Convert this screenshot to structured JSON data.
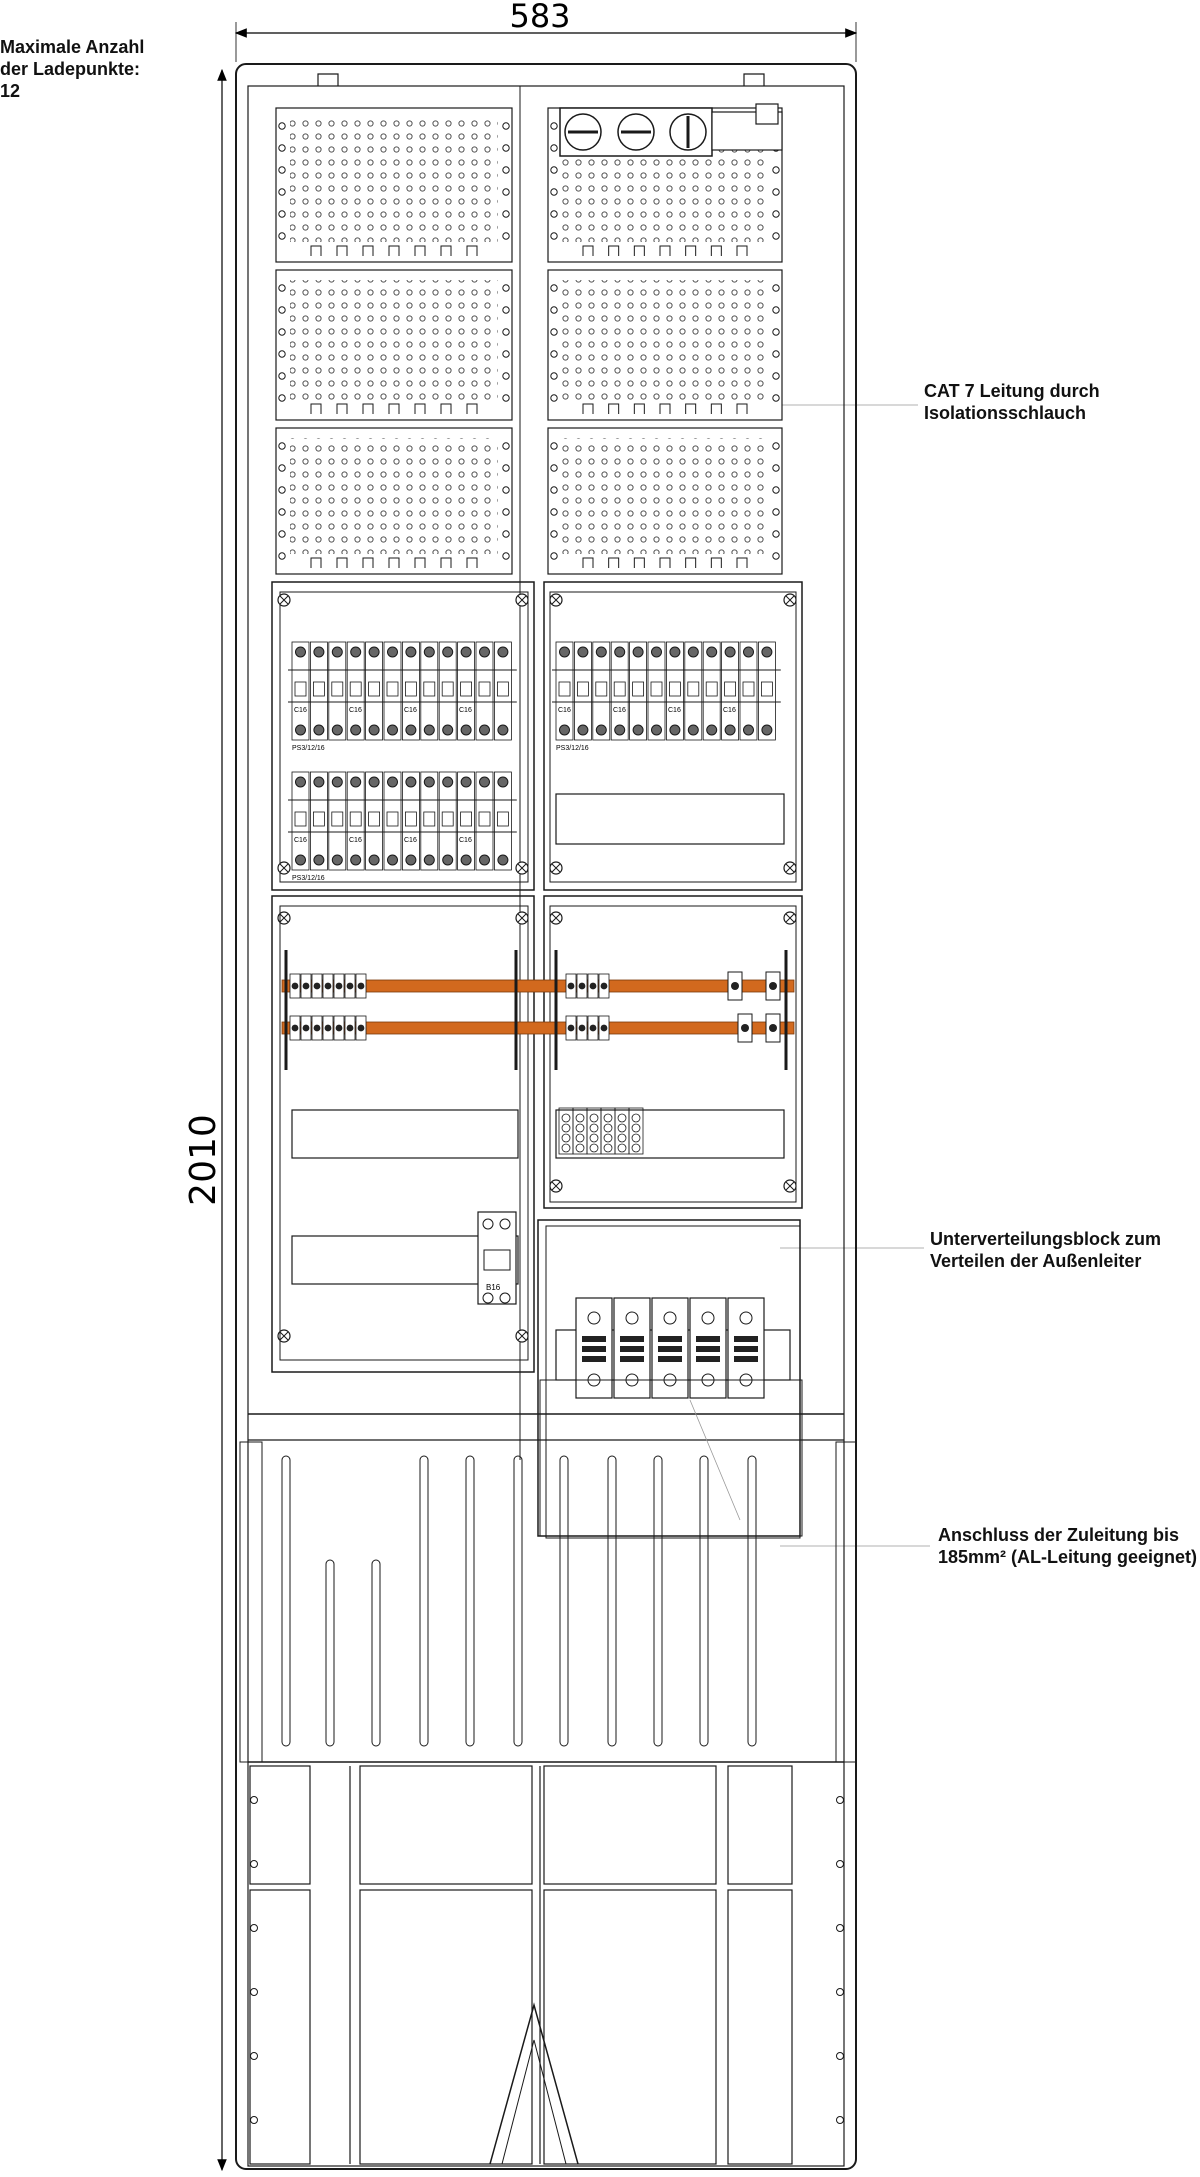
{
  "dimensions": {
    "width_label": "583",
    "height_label": "2010"
  },
  "notes": {
    "max_charge_points": [
      "Maximale Anzahl",
      "der Ladepunkte:",
      "12"
    ],
    "cat7": [
      "CAT 7 Leitung durch",
      "Isolationsschlauch"
    ],
    "subdistribution": [
      "Unterverteilungsblock zum",
      "Verteilen der Außenleiter"
    ],
    "supply": [
      "Anschluss der Zuleitung bis",
      "185mm² (AL-Leitung geeignet)"
    ]
  },
  "breakers": {
    "rating": "C16",
    "row_label": "PS3/12/16",
    "small_breaker_rating": "B16"
  },
  "colors": {
    "busbar": "#d2691e",
    "line": "#1a1a1a",
    "perforation": "#555555"
  }
}
